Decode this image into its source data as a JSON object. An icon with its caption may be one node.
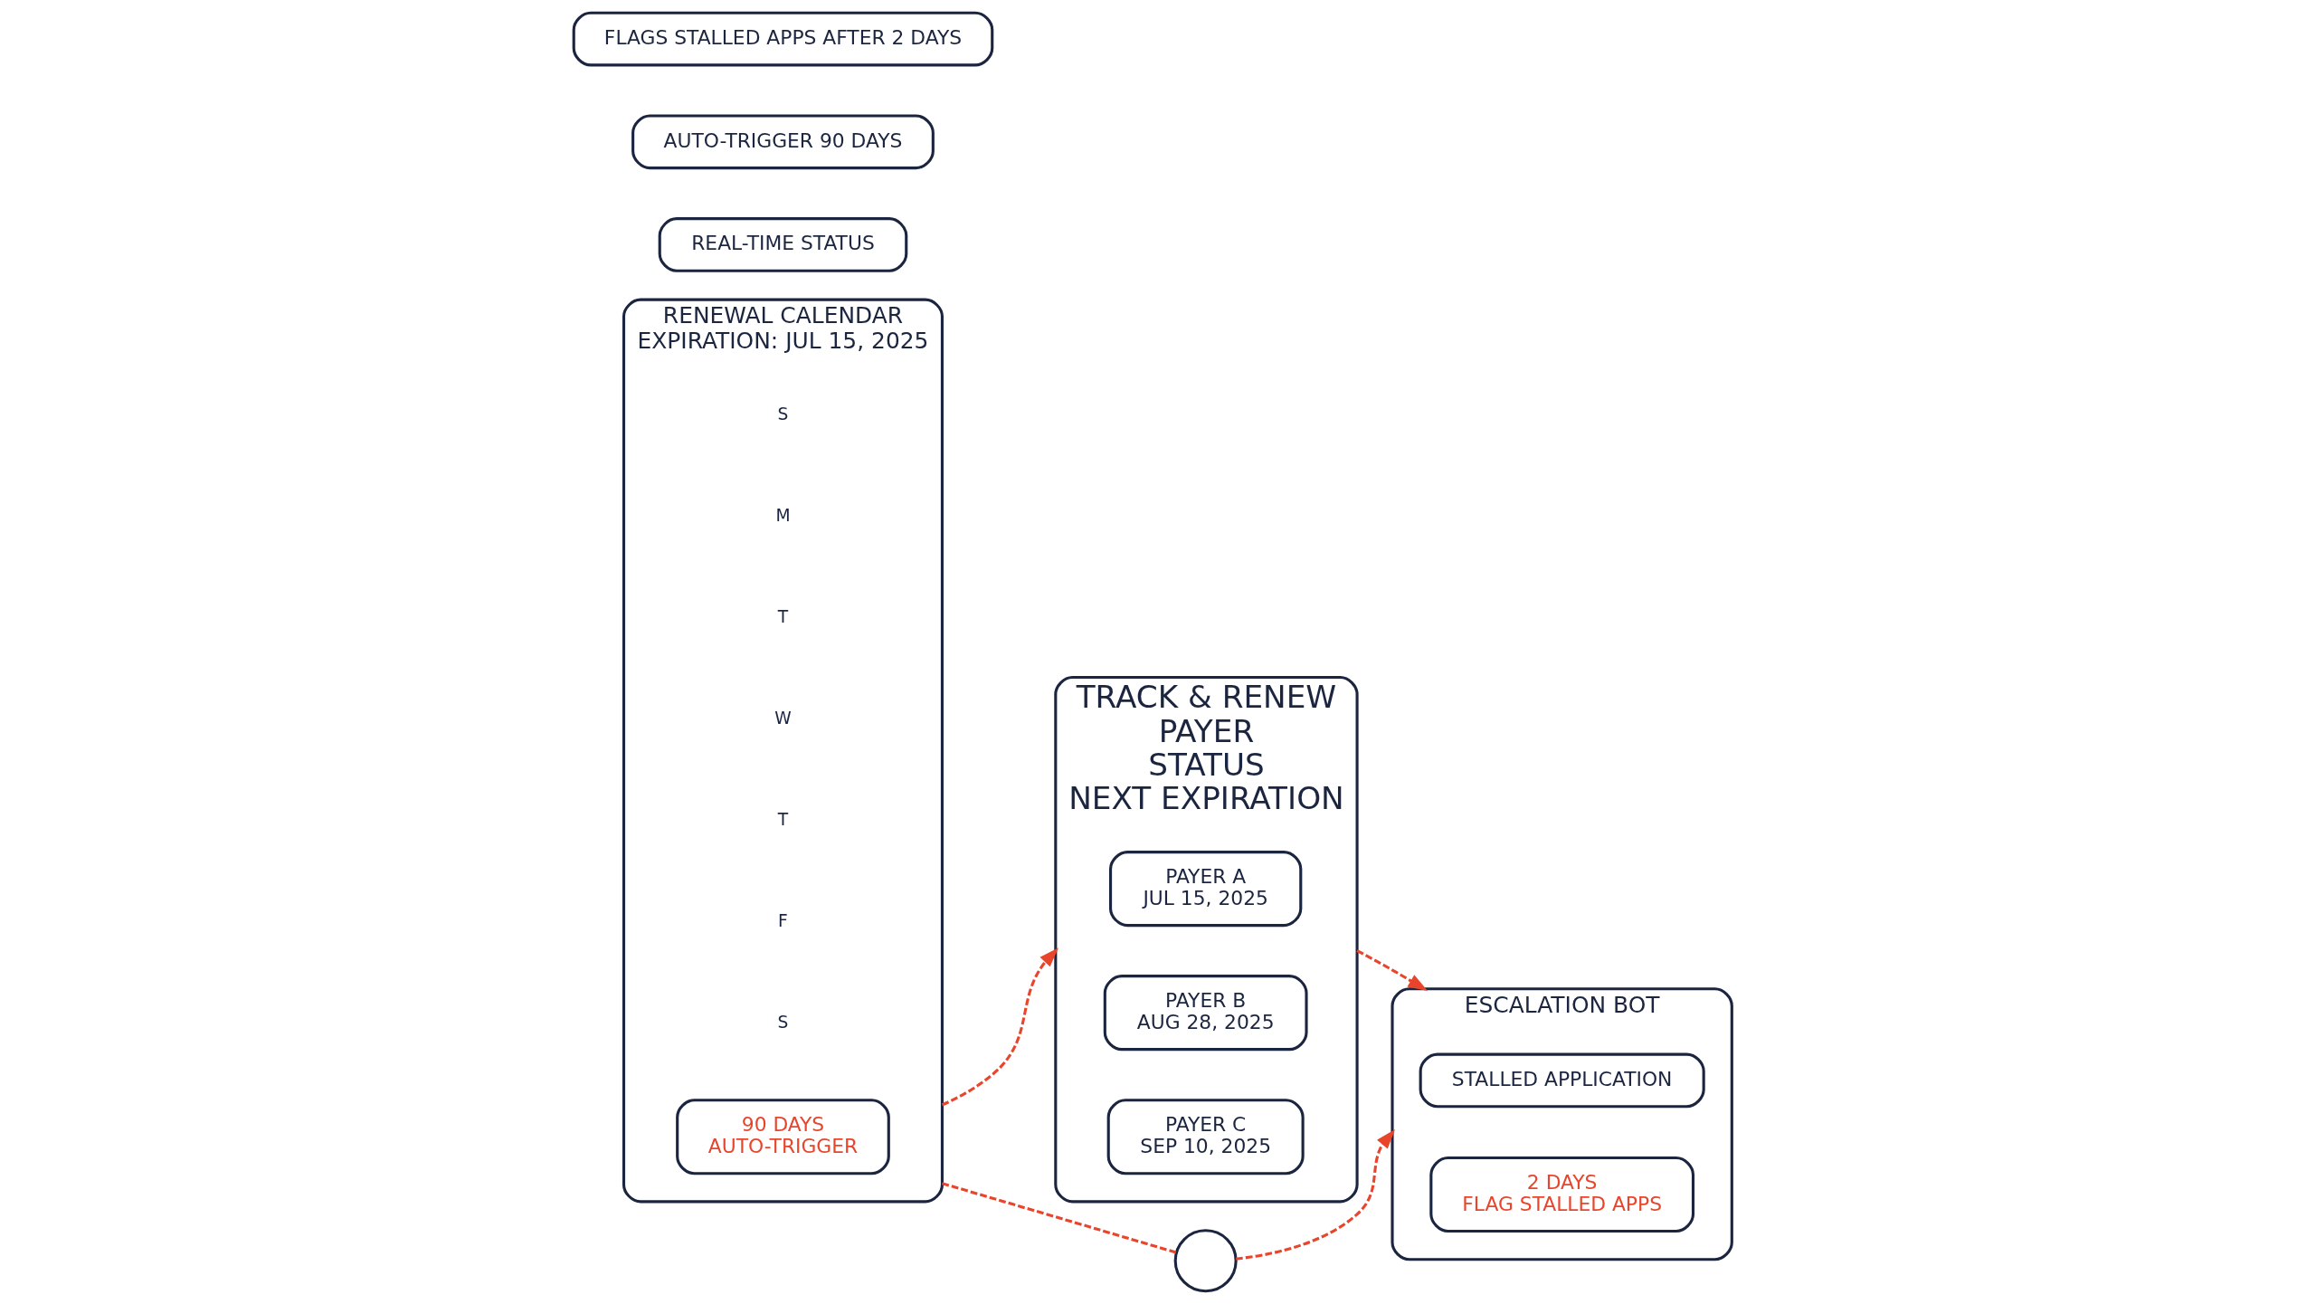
{
  "diagram": {
    "nodes": [
      {
        "text": [
          "RENEWAL CALENDAR",
          "EXPIRATION: JUL 15, 2025"
        ]
      },
      {
        "text": [
          "90 DAYS",
          "AUTO-TRIGGER"
        ],
        "in": 0
      },
      {
        "text": [
          "TRACK & RENEW",
          "PAYER",
          "STATUS",
          "NEXT EXPIRATION"
        ]
      },
      {
        "text": [
          "PAYER A",
          "JUL 15, 2025"
        ],
        "in": 2
      },
      {
        "text": [
          "PAYER B",
          "AUG 28, 2025"
        ],
        "in": 2
      },
      {
        "text": [
          "PAYER C",
          "SEP 10, 2025"
        ],
        "in": 2
      },
      {
        "text": [
          "ESCALATION BOT"
        ]
      },
      {
        "text": [
          "STALLED APPLICATION"
        ],
        "in": 6
      },
      {
        "text": [
          "2 DAYS",
          "FLAG STALLED APPS"
        ],
        "in": 6
      },
      {
        "text": [],
        "shape": "circle"
      },
      {
        "text": [
          "REAL-TIME STATUS"
        ]
      },
      {
        "text": [
          "AUTO-TRIGGER 90 DAYS"
        ]
      },
      {
        "text": [
          "FLAGS STALLED APPS AFTER 2 DAYS"
        ]
      }
    ],
    "edges": [
      {
        "from": 0,
        "to": 2,
        "arrow": "to",
        "style": "dashed"
      },
      {
        "from": 2,
        "to": 6,
        "arrow": "to",
        "style": "dashed"
      },
      {
        "from": 0,
        "to": 9,
        "arrow": "none",
        "style": "dashed"
      },
      {
        "from": 9,
        "to": 6,
        "arrow": "to",
        "style": "dashed"
      }
    ],
    "labels": [
      "S",
      "M",
      "T",
      "W",
      "T",
      "F",
      "S"
    ]
  }
}
